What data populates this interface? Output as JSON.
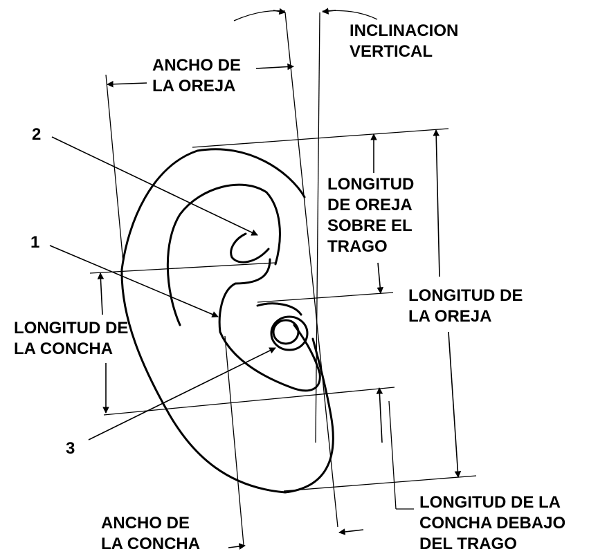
{
  "diagram": {
    "labels": {
      "inclinacion": [
        "INCLINACION",
        "VERTICAL"
      ],
      "ancho_oreja": [
        "ANCHO DE",
        "LA OREJA"
      ],
      "longitud_sobre_trago": [
        "LONGITUD",
        "DE OREJA",
        "SOBRE EL",
        "TRAGO"
      ],
      "longitud_oreja": [
        "LONGITUD DE",
        "LA OREJA"
      ],
      "longitud_concha": [
        "LONGITUD DE",
        "LA CONCHA"
      ],
      "longitud_debajo_trago": [
        "LONGITUD DE LA",
        "CONCHA DEBAJO",
        "DEL TRAGO"
      ],
      "ancho_concha": [
        "ANCHO DE",
        "LA CONCHA"
      ],
      "markers": {
        "one": "1",
        "two": "2",
        "three": "3"
      }
    },
    "colors": {
      "ink": "#000000",
      "background": "#ffffff"
    }
  }
}
